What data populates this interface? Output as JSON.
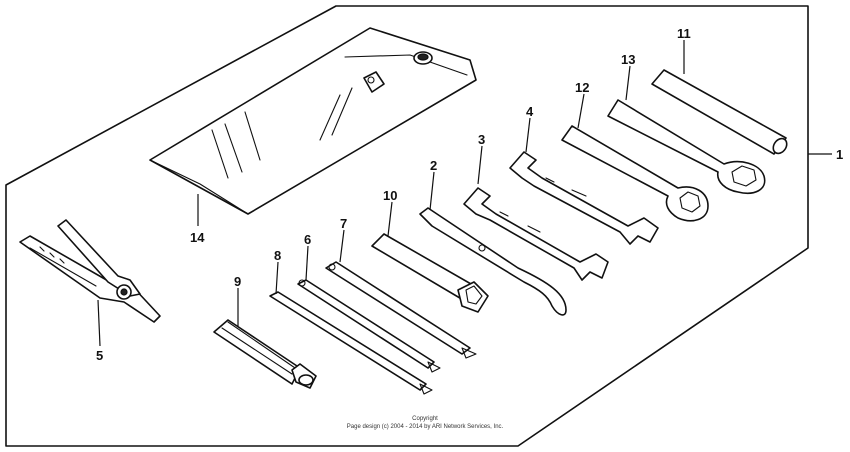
{
  "callouts": {
    "c1": "1",
    "c2": "2",
    "c3": "3",
    "c4": "4",
    "c5": "5",
    "c6": "6",
    "c7": "7",
    "c8": "8",
    "c9": "9",
    "c10": "10",
    "c11": "11",
    "c12": "12",
    "c13": "13",
    "c14": "14"
  },
  "copyright": {
    "line1": "Copyright",
    "line2": "Page design (c) 2004 - 2014 by ARI Network Services, Inc."
  },
  "colors": {
    "ink": "#111111",
    "background": "#ffffff"
  }
}
